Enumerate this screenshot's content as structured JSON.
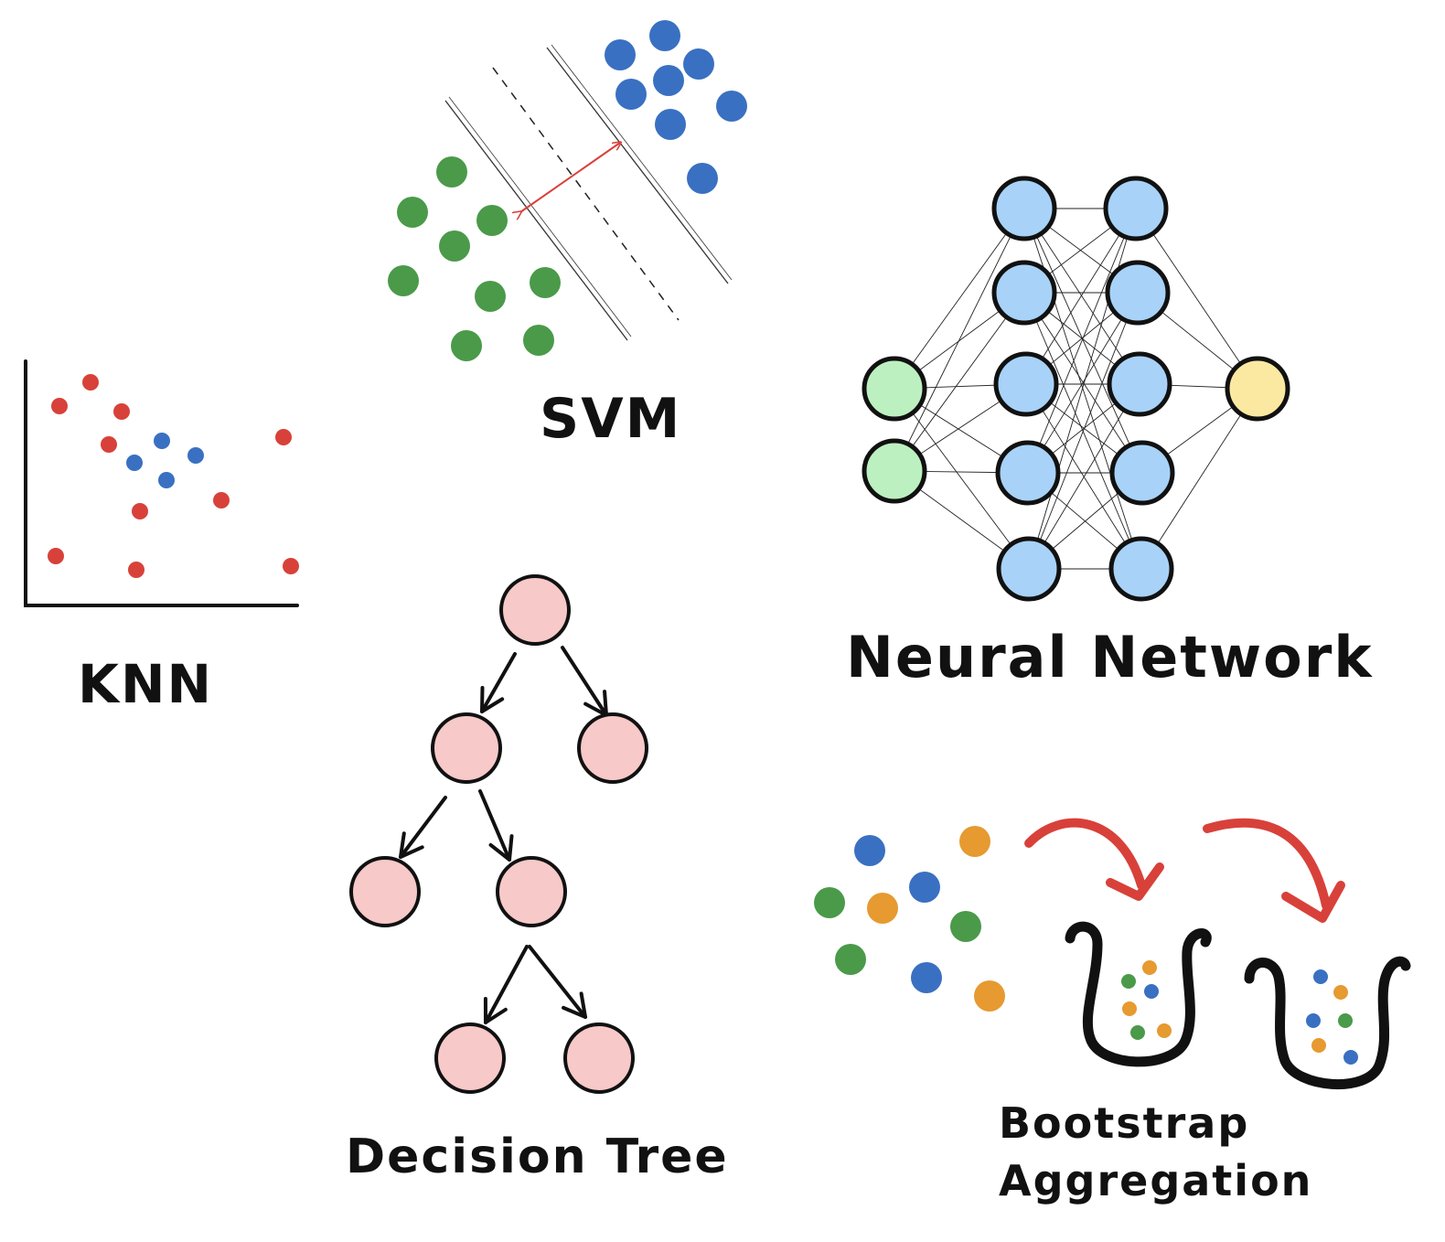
{
  "labels": {
    "svm": "SVM",
    "knn": "KNN",
    "neural_network": "Neural Network",
    "decision_tree": "Decision Tree",
    "bootstrap_line1": "Bootstrap",
    "bootstrap_line2": "Aggregation"
  },
  "colors": {
    "green": "#4a9a4a",
    "blue": "#3a70c2",
    "red": "#d8413a",
    "orange": "#e69a30",
    "nn_input": "#bdf0c0",
    "nn_hidden": "#a8d2f8",
    "nn_output": "#fbe9a2",
    "tree_node": "#f7c9c9",
    "ink": "#111111",
    "arrow_red": "#d8413a"
  },
  "icons": [
    "scatter-plot",
    "margin-arrow",
    "tree-arrow",
    "bag",
    "curved-arrow"
  ]
}
